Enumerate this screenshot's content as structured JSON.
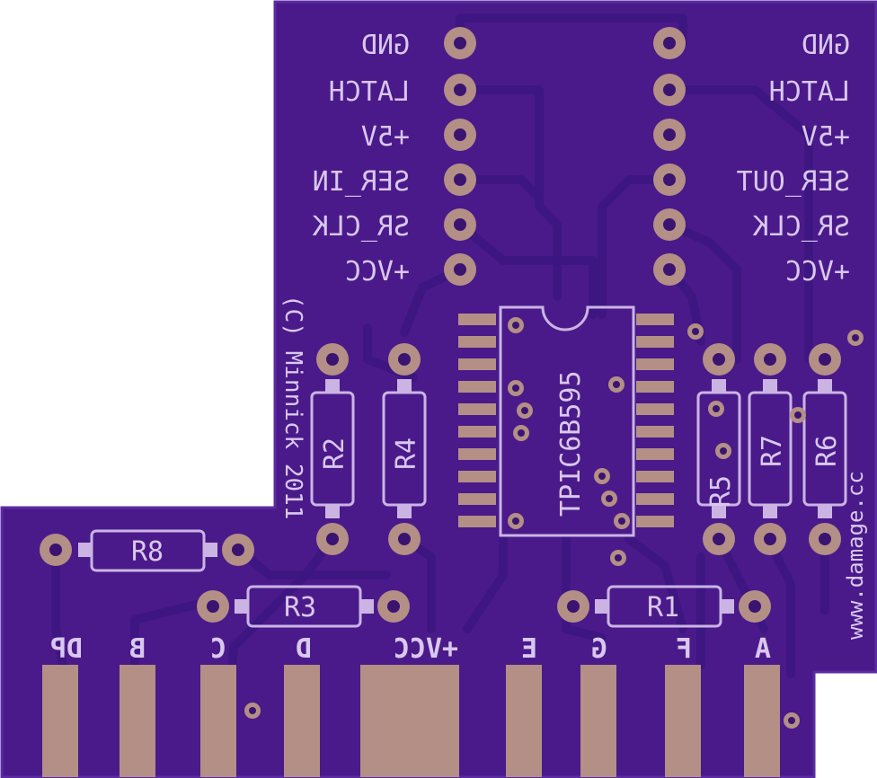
{
  "colors": {
    "board": "#4a1a8a",
    "board_edge": "#5a2a9e",
    "silkscreen": "#d9c8ee",
    "pad": "#b38f86",
    "drill": "#3a1470",
    "trace": "#3c1680"
  },
  "headers": {
    "left": [
      "GND",
      "LATCH",
      "+5V",
      "SER_IN",
      "SR_CLK",
      "+VCC"
    ],
    "right": [
      "GND",
      "LATCH",
      "+5V",
      "SER_OUT",
      "SR_CLK",
      "+VCC"
    ]
  },
  "ic": {
    "label": "TPIC6B595"
  },
  "resistors": {
    "r1": "R1",
    "r2": "R2",
    "r3": "R3",
    "r4": "R4",
    "r5": "R5",
    "r6": "R6",
    "r7": "R7",
    "r8": "R8"
  },
  "copyright": "(C) Minnick 2011",
  "website": "www.damage.cc",
  "edge_connector": [
    "DP",
    "B",
    "C",
    "D",
    "+VCC",
    "E",
    "G",
    "F",
    "A"
  ]
}
